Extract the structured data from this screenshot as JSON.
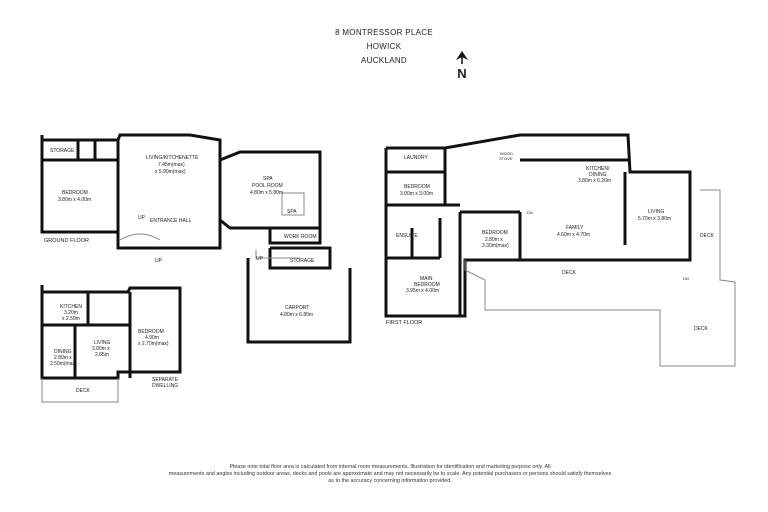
{
  "header": {
    "line1": "8 MONTRESSOR PLACE",
    "line2": "HOWICK",
    "line3": "AUCKLAND",
    "north": "N"
  },
  "floors": {
    "ground": "GROUND FLOOR",
    "first": "FIRST FLOOR"
  },
  "rooms": {
    "storage1": "STORAGE",
    "bedroom_g_name": "BEDROOM",
    "bedroom_g_size": "3.80m x 4.00m",
    "living_kitchenette_name": "LIVING/KITCHENETTE",
    "living_kitchenette_size1": "7.45m(max)",
    "living_kitchenette_size2": "x 5.90m(max)",
    "entrance_hall": "ENTRANCE HALL",
    "up1": "UP",
    "up2": "UP",
    "up3": "UP",
    "spa_name1": "SPA",
    "spa_name2": "POOL ROOM",
    "spa_size": "4.80m x 5.80m",
    "spa": "SPA",
    "work_room": "WORK ROOM",
    "storage2": "STORAGE",
    "carport_name": "CARPORT",
    "carport_size": "4.80m x 6.80m",
    "kitchen_s_name": "KITCHEN",
    "kitchen_s_size1": "3.20m",
    "kitchen_s_size2": "x 2.50m",
    "living_s_name": "LIVING",
    "living_s_size1": "3.00m x",
    "living_s_size2": "2.65m",
    "bedroom_s_name": "BEDROOM",
    "bedroom_s_size1": "4.90m",
    "bedroom_s_size2": "x 2.70m(max)",
    "dining_s_name": "DINING",
    "dining_s_size1": "2.80m x",
    "dining_s_size2": "2.50m(max)",
    "separate1": "SEPARATE",
    "separate2": "DWELLING",
    "deck_s": "DECK",
    "laundry": "LAUNDRY",
    "bedroom_f1_name": "BEDROOM",
    "bedroom_f1_size": "3.00m x 3.00m",
    "wood_stove1": "WOOD",
    "wood_stove2": "STOVE",
    "kitchen_dining_name1": "KITCHEN/",
    "kitchen_dining_name2": "DINING",
    "kitchen_dining_size": "3.80m x 6.20m",
    "dn1": "DN",
    "dn2": "DN",
    "family_name": "FAMILY",
    "family_size": "4.60m x 4.70m",
    "living_f_name": "LIVING",
    "living_f_size": "5.70m x 3.80m",
    "ensuite": "ENSUITE",
    "bedroom_f2_name": "BEDROOM",
    "bedroom_f2_size1": "2.80m x",
    "bedroom_f2_size2": "3.30m(max)",
    "main_bedroom_name1": "MAIN",
    "main_bedroom_name2": "BEDROOM",
    "main_bedroom_size": "3.95m x 4.00m",
    "deck_f1": "DECK",
    "deck_f2": "DECK",
    "deck_f3": "DECK"
  },
  "note": {
    "line1": "Please note total floor area is calculated from internal room measurements. Illustration for identification and marketing purpose only. All",
    "line2": "measurements and angles including outdoor areas, decks and pools are approximate and may not necessarily be to scale. Any potential purchasers or persons should satisfy themselves",
    "line3": "as to the accuracy concerning information provided."
  }
}
